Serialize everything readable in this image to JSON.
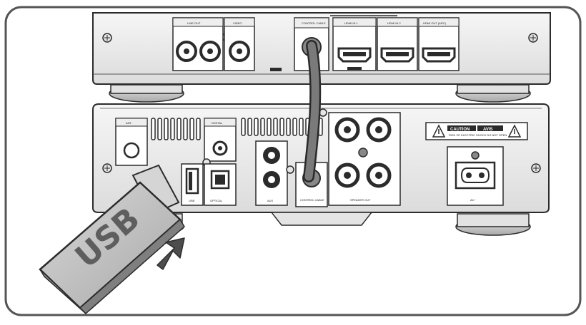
{
  "top_unit": {
    "labels": {
      "line_out": "LINE OUT",
      "video": "VIDEO",
      "ir_in": "CONTROL CABLE",
      "hdmi1": "HDMI IN 1",
      "hdmi2": "HDMI IN 2",
      "hdmi_out": "HDMI OUT (ARC)"
    }
  },
  "bottom_unit": {
    "labels": {
      "ant": "ANT.",
      "digital_coax": "DIGITAL",
      "usb": "USB",
      "optical": "OPTICAL",
      "aux": "AUX",
      "control_cable": "CONTROL CABLE",
      "speaker_out": "SPEAKER OUT",
      "caution": "CAUTION",
      "avis": "AVIS",
      "caution_text": "RISK OF ELECTRIC SHOCK DO NOT OPEN",
      "ac_in": "AC~"
    }
  },
  "usb_stick": {
    "label": "USB"
  },
  "colors": {
    "stroke": "#2b2b2b",
    "device_light": "#f4f4f4",
    "device_mid": "#d9d9d9",
    "device_dark": "#9a9a9a",
    "usb_body": "#c9c9c9",
    "usb_shadow": "#8e8e8e",
    "arrow": "#4d4d4d",
    "frame": "#555555"
  }
}
